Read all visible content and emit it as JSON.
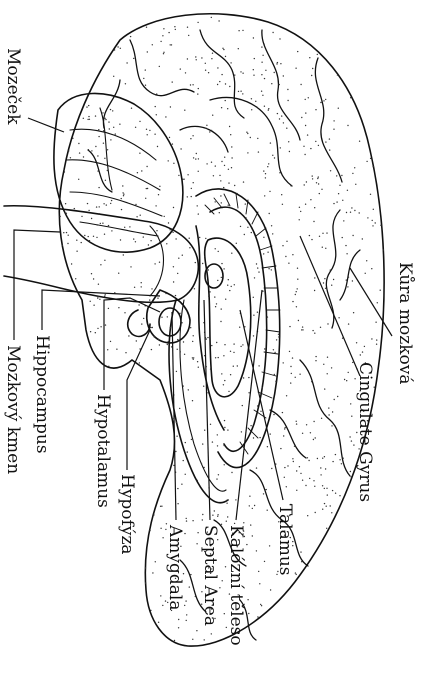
{
  "labels": {
    "kura_mozkova": "Kůra mozková",
    "cingulate_gyrus": "Cingulate Gyrus",
    "talamus": "Talamus",
    "kalozni_teleso": "Kalózní těleso",
    "septal_area": "Septal Area",
    "amygdala": "Amygdala",
    "hypofyza": "Hypofýza",
    "hypotalamus": "Hypotalamus",
    "hippocampus": "Hippocampus",
    "mozkovy_kmen": "Mozkový kmen",
    "mozecek": "Mozeček"
  },
  "colors": {
    "ink": "#111111",
    "paper": "#ffffff"
  }
}
